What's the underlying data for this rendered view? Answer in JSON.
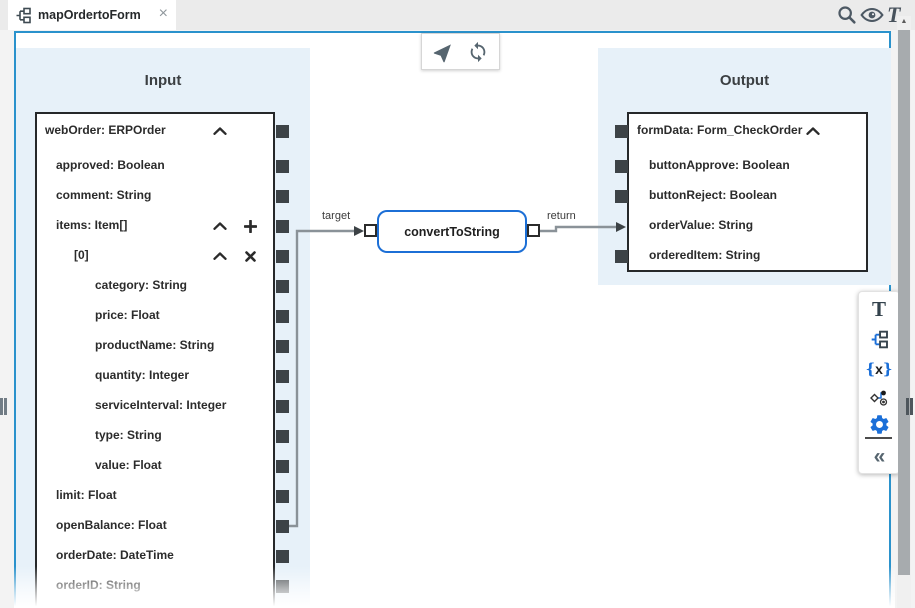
{
  "tab_bar": {
    "active_tab": {
      "title": "mapOrdertoForm",
      "close_glyph": "×"
    }
  },
  "top_toolbar": {
    "text_style_glyph": "T",
    "icons": [
      "search",
      "preview-eye",
      "text-style"
    ]
  },
  "canvas_toolbar": {
    "icons": [
      "navigate-arrow",
      "sync"
    ]
  },
  "input_panel": {
    "title": "Input",
    "rows": [
      {
        "label": "webOrder: ERPOrder",
        "level": 0,
        "controls": [
          "collapse"
        ]
      },
      {
        "label": "approved: Boolean",
        "level": 1
      },
      {
        "label": "comment: String",
        "level": 1
      },
      {
        "label": "items: Item[]",
        "level": 1,
        "controls": [
          "collapse",
          "add"
        ]
      },
      {
        "label": "[0]",
        "level": 2,
        "controls": [
          "collapse",
          "remove"
        ]
      },
      {
        "label": "category: String",
        "level": 3
      },
      {
        "label": "price: Float",
        "level": 3
      },
      {
        "label": "productName: String",
        "level": 3
      },
      {
        "label": "quantity: Integer",
        "level": 3
      },
      {
        "label": "serviceInterval: Integer",
        "level": 3
      },
      {
        "label": "type: String",
        "level": 3
      },
      {
        "label": "value: Float",
        "level": 3
      },
      {
        "label": "limit: Float",
        "level": 1
      },
      {
        "label": "openBalance: Float",
        "level": 1
      },
      {
        "label": "orderDate: DateTime",
        "level": 1
      },
      {
        "label": "orderID: String",
        "level": 1
      }
    ]
  },
  "output_panel": {
    "title": "Output",
    "rows": [
      {
        "label": "formData: Form_CheckOrder",
        "level": 0,
        "controls": [
          "collapse"
        ]
      },
      {
        "label": "buttonApprove: Boolean",
        "level": 1
      },
      {
        "label": "buttonReject: Boolean",
        "level": 1
      },
      {
        "label": "orderValue: String",
        "level": 1
      },
      {
        "label": "orderedItem: String",
        "level": 1
      }
    ]
  },
  "function_node": {
    "label": "convertToString",
    "input_port_label": "target",
    "output_port_label": "return"
  },
  "mapping": {
    "source_field": "openBalance: Float",
    "via": "convertToString",
    "target_field": "orderValue: String"
  },
  "side_toolbar": {
    "text_glyph": "T",
    "variable": {
      "open": "{",
      "x": "x",
      "close": "}"
    },
    "collapse_glyph": "«",
    "icons": [
      "text-literal",
      "map",
      "variable",
      "pipeline",
      "settings",
      "collapse-panel"
    ]
  },
  "scrollbar": {
    "up_glyph": "▲"
  },
  "colors": {
    "canvas_border": "#2a92cc",
    "panel_bg": "#e7f1f9",
    "node_border": "#1c6fd6",
    "wire": "#8a9298",
    "connector": "#3d4347",
    "icon_blue": "#1b6fd8",
    "icon_slate": "#5b6a76"
  }
}
